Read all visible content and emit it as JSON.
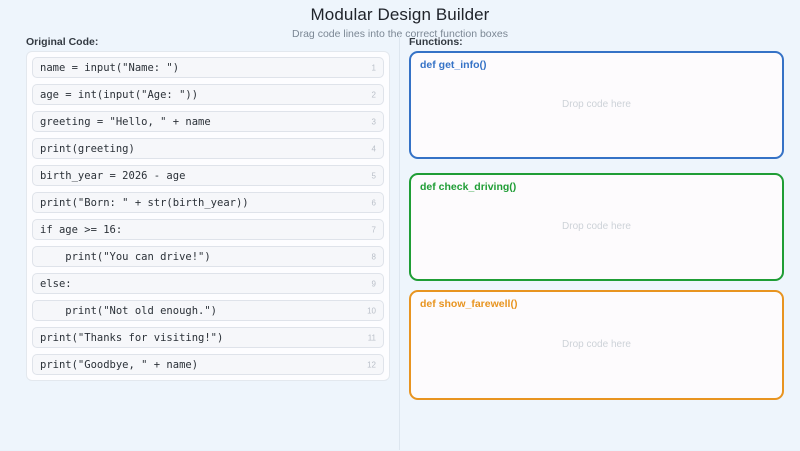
{
  "header": {
    "title": "Modular Design Builder",
    "subtitle": "Drag code lines into the correct function boxes"
  },
  "left_panel": {
    "label": "Original Code:",
    "lines": [
      {
        "num": "1",
        "text": "name = input(\"Name: \")"
      },
      {
        "num": "2",
        "text": "age = int(input(\"Age: \"))"
      },
      {
        "num": "3",
        "text": "greeting = \"Hello, \" + name"
      },
      {
        "num": "4",
        "text": "print(greeting)"
      },
      {
        "num": "5",
        "text": "birth_year = 2026 - age"
      },
      {
        "num": "6",
        "text": "print(\"Born: \" + str(birth_year))"
      },
      {
        "num": "7",
        "text": "if age >= 16:"
      },
      {
        "num": "8",
        "text": "    print(\"You can drive!\")"
      },
      {
        "num": "9",
        "text": "else:"
      },
      {
        "num": "10",
        "text": "    print(\"Not old enough.\")"
      },
      {
        "num": "11",
        "text": "print(\"Thanks for visiting!\")"
      },
      {
        "num": "12",
        "text": "print(\"Goodbye, \" + name)"
      }
    ]
  },
  "right_panel": {
    "label": "Functions:",
    "boxes": [
      {
        "name": "def get_info()",
        "placeholder": "Drop code here",
        "color": "#3572c6"
      },
      {
        "name": "def check_driving()",
        "placeholder": "Drop code here",
        "color": "#1f9d35"
      },
      {
        "name": "def show_farewell()",
        "placeholder": "Drop code here",
        "color": "#e89420"
      }
    ]
  },
  "colors": {
    "page_background": "#eef5fc",
    "title_text": "#20242b",
    "subtitle_text": "#7b8794",
    "code_card_background": "#f6f7fa",
    "code_card_border": "#dfe3ea",
    "line_number": "#b9bfc8",
    "drop_placeholder": "#cdd2d8"
  }
}
